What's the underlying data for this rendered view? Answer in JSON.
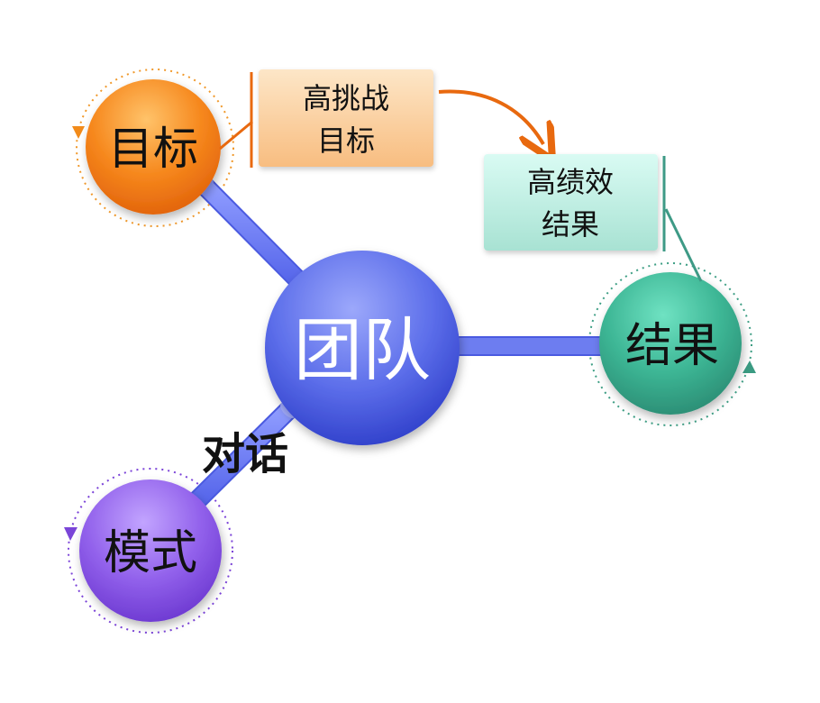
{
  "nodes": {
    "team": {
      "label": "团队"
    },
    "goal": {
      "label": "目标"
    },
    "result": {
      "label": "结果"
    },
    "mode": {
      "label": "模式"
    }
  },
  "boxes": {
    "challenge": {
      "line1": "高挑战",
      "line2": "目标"
    },
    "performance": {
      "line1": "高绩效",
      "line2": "结果"
    }
  },
  "connector_label": "对话",
  "colors": {
    "team": "#4f63e6",
    "goal": "#f47a12",
    "result": "#3aa58a",
    "mode": "#8a52e0",
    "connector": "#6f7ff0",
    "challenge_box": "#fbcf9c",
    "performance_box": "#bff1e5",
    "orange_accent": "#e8690f",
    "teal_accent": "#3e9a86"
  }
}
